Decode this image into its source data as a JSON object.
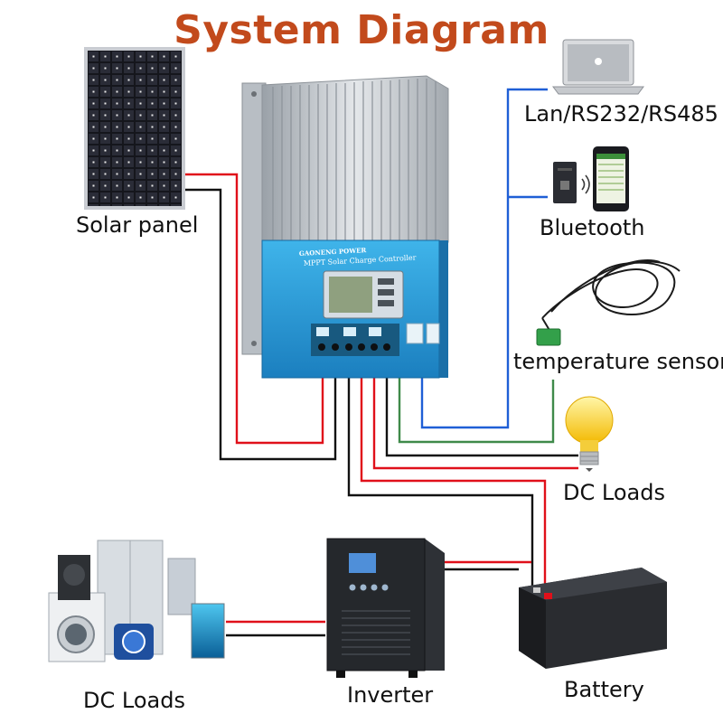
{
  "title": "System Diagram",
  "labels": {
    "solar_panel": "Solar panel",
    "comm": "Lan/RS232/RS485",
    "bluetooth": "Bluetooth",
    "temp_sensor": "temperature sensor",
    "dc_loads_right": "DC Loads",
    "dc_loads_left": "DC Loads",
    "inverter": "Inverter",
    "battery": "Battery"
  },
  "device": {
    "brand": "GAONENG POWER",
    "model": "MPPT Solar Charge Controller"
  },
  "colors": {
    "title": "#c24a1c",
    "positive_wire": "#e0101a",
    "negative_wire": "#111111",
    "comm_wire": "#1f5fd6",
    "sensor_wire": "#3f8a4a",
    "controller_blue": "#2a9fdc"
  }
}
